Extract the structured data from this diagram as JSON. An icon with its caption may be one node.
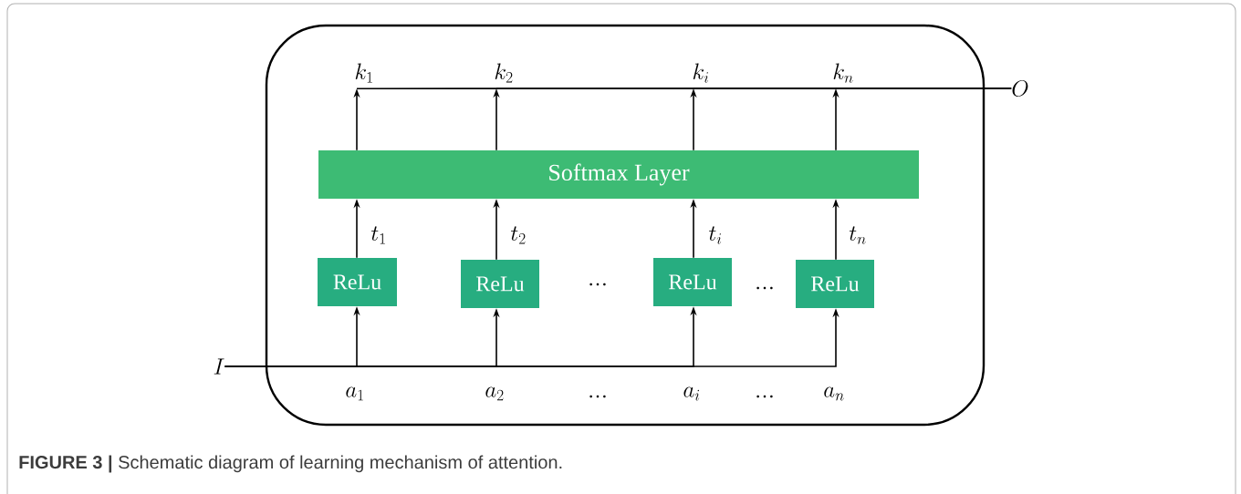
{
  "diagram": {
    "caption": "**FIGURE 3 |** Schematic diagram of learning mechanism of attention.",
    "nodes": [
      {
        "text": [],
        "shape": "box"
      },
      {
        "text": [
          "k_1"
        ],
        "in": 0
      },
      {
        "text": [
          "k_2"
        ],
        "in": 0
      },
      {
        "text": [
          "k_i"
        ],
        "in": 0
      },
      {
        "text": [
          "k_n"
        ],
        "in": 0
      },
      {
        "text": [
          "Softmax Layer"
        ],
        "in": 0
      },
      {
        "text": [
          "ReLu"
        ],
        "in": 0
      },
      {
        "text": [
          "ReLu"
        ],
        "in": 0
      },
      {
        "text": [
          "ReLu"
        ],
        "in": 0
      },
      {
        "text": [
          "ReLu"
        ],
        "in": 0
      },
      {
        "text": [
          "I"
        ]
      },
      {
        "text": [
          "O"
        ]
      }
    ],
    "edges": [
      {
        "from": 10,
        "to": 6,
        "arrow": "to",
        "label": "a_1"
      },
      {
        "from": 10,
        "to": 7,
        "arrow": "to",
        "label": "a_2"
      },
      {
        "from": 10,
        "to": 8,
        "arrow": "to",
        "label": "a_i"
      },
      {
        "from": 10,
        "to": 9,
        "arrow": "to",
        "label": "a_n"
      },
      {
        "from": 6,
        "to": 5,
        "arrow": "to",
        "label": "t_1"
      },
      {
        "from": 7,
        "to": 5,
        "arrow": "to",
        "label": "t_2"
      },
      {
        "from": 8,
        "to": 5,
        "arrow": "to",
        "label": "t_i"
      },
      {
        "from": 9,
        "to": 5,
        "arrow": "to",
        "label": "t_n"
      },
      {
        "from": 5,
        "to": 1,
        "arrow": "to"
      },
      {
        "from": 5,
        "to": 2,
        "arrow": "to"
      },
      {
        "from": 5,
        "to": 3,
        "arrow": "to"
      },
      {
        "from": 5,
        "to": 4,
        "arrow": "to"
      },
      {
        "from": 1,
        "to": 11,
        "arrow": "none"
      },
      {
        "from": 2,
        "to": 11,
        "arrow": "none"
      },
      {
        "from": 3,
        "to": 11,
        "arrow": "none"
      },
      {
        "from": 4,
        "to": 11,
        "arrow": "none"
      }
    ],
    "labels": [
      "…",
      "…",
      "…",
      "…"
    ]
  }
}
